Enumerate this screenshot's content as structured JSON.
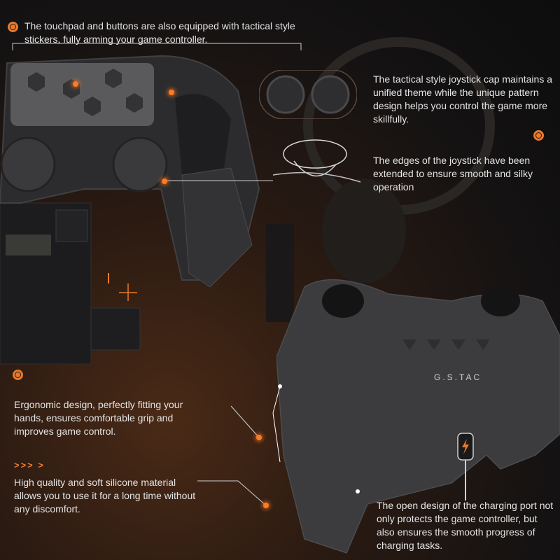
{
  "features": {
    "touchpad": "The touchpad and buttons are also equipped with tactical style stickers, fully arming your game controller.",
    "joystick_cap": "The tactical style joystick cap maintains a unified theme while the unique pattern design helps you control the game more skillfully.",
    "joystick_edges": "The edges of the joystick have been extended to ensure smooth and silky operation",
    "ergonomic": "Ergonomic design, perfectly fitting your hands, ensures comfortable grip and improves game control.",
    "silicone": "High quality and soft silicone material allows you to use it for a long time without any discomfort.",
    "charging": "The open design of the charging port not only protects the game controller, but also ensures the smooth progress of charging tasks."
  },
  "decor": {
    "arrows": ">>> >"
  },
  "brand": {
    "logo": "G.S.TAC"
  },
  "colors": {
    "accent": "#e87a2e",
    "background": "#141212",
    "skin": "#3c3c3e"
  },
  "icons": [
    "target-icon",
    "lightning-icon"
  ]
}
